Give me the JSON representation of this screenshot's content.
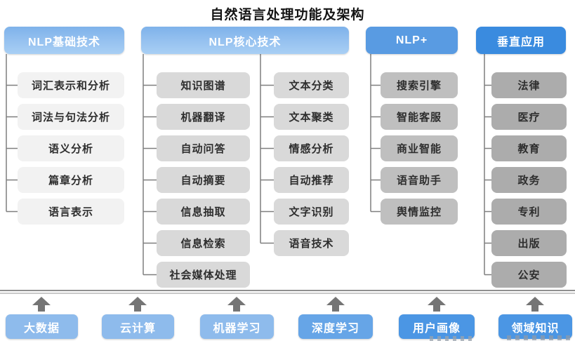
{
  "title": "自然语言处理功能及架构",
  "columns": [
    {
      "header": "NLP基础技术",
      "items": [
        "词汇表示和分析",
        "词法与句法分析",
        "语义分析",
        "篇章分析",
        "语言表示"
      ]
    },
    {
      "header": "NLP核心技术",
      "left": [
        "知识图谱",
        "机器翻译",
        "自动问答",
        "自动摘要",
        "信息抽取",
        "信息检索",
        "社会媒体处理"
      ],
      "right": [
        "文本分类",
        "文本聚类",
        "情感分析",
        "自动推荐",
        "文字识别",
        "语音技术"
      ]
    },
    {
      "header": "NLP+",
      "items": [
        "搜索引擎",
        "智能客服",
        "商业智能",
        "语音助手",
        "舆情监控"
      ]
    },
    {
      "header": "垂直应用",
      "items": [
        "法律",
        "医疗",
        "教育",
        "政务",
        "专利",
        "出版",
        "公安"
      ]
    }
  ],
  "foundation": {
    "items": [
      "大数据",
      "云计算",
      "机器学习",
      "深度学习",
      "用户画像",
      "领域知识"
    ]
  },
  "icons": {
    "up_arrow": "up-arrow-icon"
  },
  "colors": {
    "header_gradient_top": "#7EB2EA",
    "header_gradient_bottom": "#A8CFF4",
    "header_nlp_plus": "#599BE2",
    "header_vertical_apps": "#3A8BDF",
    "node_basic": "#F2F2F2",
    "node_core": "#D9D9D9",
    "node_nlp_plus": "#BFBFBF",
    "node_vertical": "#ACACAC",
    "foundation_light_blue": "#8EBBEC",
    "foundation_strong_blue": "#4B96E4",
    "connector_line": "#7f7f7f",
    "arrow_gray": "#757575",
    "title_text": "#141414"
  }
}
